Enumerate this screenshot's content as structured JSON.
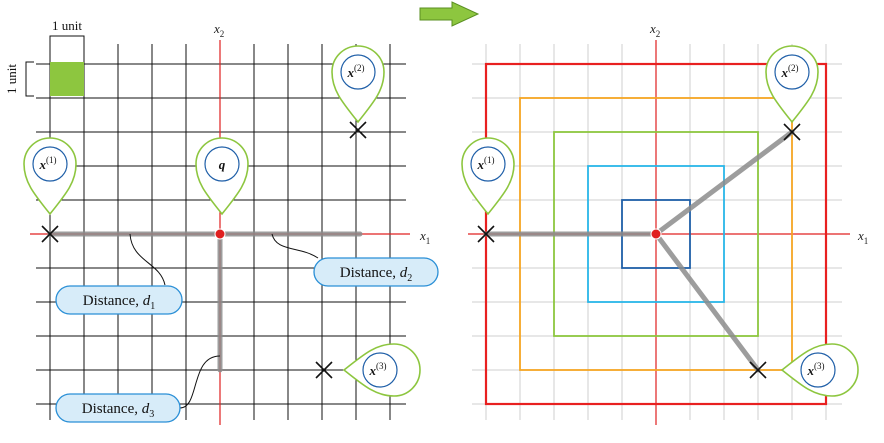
{
  "colors": {
    "grid_left": "#111111",
    "grid_right": "#cfcfcf",
    "axis": "#e02020",
    "unit_square": "#8dc63f",
    "pin_stroke": "#8dc63f",
    "pin_inner": "#1f5fa8",
    "callout_fill": "#d7ecf9",
    "callout_stroke": "#2a8fd6",
    "path_gray": "#8c8c8c",
    "arrow_fill": "#8dc63f",
    "square_1": "#1f5fa8",
    "square_2": "#29b6e8",
    "square_3": "#8dc63f",
    "square_4": "#f5a623",
    "square_5": "#e82020"
  },
  "icons": {
    "pin": "map-pin-icon",
    "cross": "x-mark-icon",
    "arrow": "right-arrow-icon",
    "query_dot": "red-dot-icon"
  },
  "left_panel": {
    "unit_horizontal": "1 unit",
    "unit_vertical": "1 unit",
    "axis_x1": "x",
    "axis_x1_sub": "1",
    "axis_x2": "x",
    "axis_x2_sub": "2",
    "pins": [
      {
        "id": "x1",
        "base": "x",
        "sup": "(1)",
        "point": [
          -5,
          0
        ]
      },
      {
        "id": "q",
        "base": "q",
        "sup": "",
        "point": [
          0,
          0
        ]
      },
      {
        "id": "x2",
        "base": "x",
        "sup": "(2)",
        "point": [
          4,
          3
        ]
      },
      {
        "id": "x3",
        "base": "x",
        "sup": "(3)",
        "point": [
          3,
          -4
        ]
      }
    ],
    "callouts": [
      {
        "id": "d1",
        "text": "Distance, ",
        "var": "d",
        "sub": "1"
      },
      {
        "id": "d2",
        "text": "Distance, ",
        "var": "d",
        "sub": "2"
      },
      {
        "id": "d3",
        "text": "Distance, ",
        "var": "d",
        "sub": "3"
      }
    ]
  },
  "right_panel": {
    "axis_x1": "x",
    "axis_x1_sub": "1",
    "axis_x2": "x",
    "axis_x2_sub": "2",
    "pins": [
      {
        "id": "x1",
        "base": "x",
        "sup": "(1)"
      },
      {
        "id": "x2",
        "base": "x",
        "sup": "(2)"
      },
      {
        "id": "x3",
        "base": "x",
        "sup": "(3)"
      }
    ],
    "square_half_sizes": [
      1,
      2,
      3,
      4,
      5
    ]
  }
}
